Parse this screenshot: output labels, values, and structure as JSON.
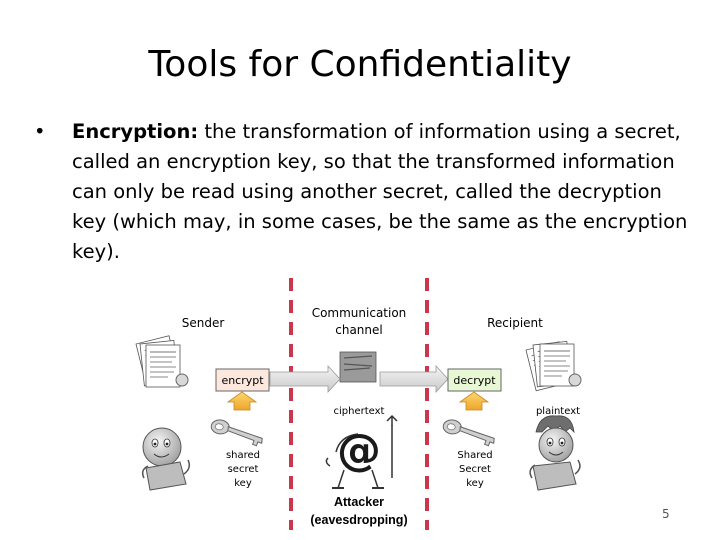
{
  "slide": {
    "title": "Tools for Confidentiality",
    "page_number": "5"
  },
  "bullet": {
    "marker": "•",
    "term": "Encryption:",
    "text": " the transformation of information using a secret, called an encryption key, so that the transformed information can only be read using another secret, called the decryption key (which may, in some cases, be the same as the encryption key)."
  },
  "diagram": {
    "sender": "Sender",
    "channel_line1": "Communication",
    "channel_line2": "channel",
    "recipient": "Recipient",
    "encrypt": "encrypt",
    "decrypt": "decrypt",
    "ciphertext": "ciphertext",
    "plaintext": "plaintext",
    "shared_key_left": [
      "shared",
      "secret",
      "key"
    ],
    "shared_key_right": [
      "Shared",
      "Secret",
      "key"
    ],
    "attacker_line1": "Attacker",
    "attacker_line2": "(eavesdropping)"
  },
  "colors": {
    "channel_dash": "#c8374b",
    "encrypt_box": "#fde8de",
    "decrypt_box": "#e8f7d4",
    "up_arrow": "#f5c243",
    "flow_arrow": "#d9d9d9",
    "key": "#b8b8b8"
  },
  "icons": [
    "document-stack-icon",
    "key-icon",
    "person-laptop-icon",
    "attacker-at-icon",
    "up-arrow-icon"
  ]
}
